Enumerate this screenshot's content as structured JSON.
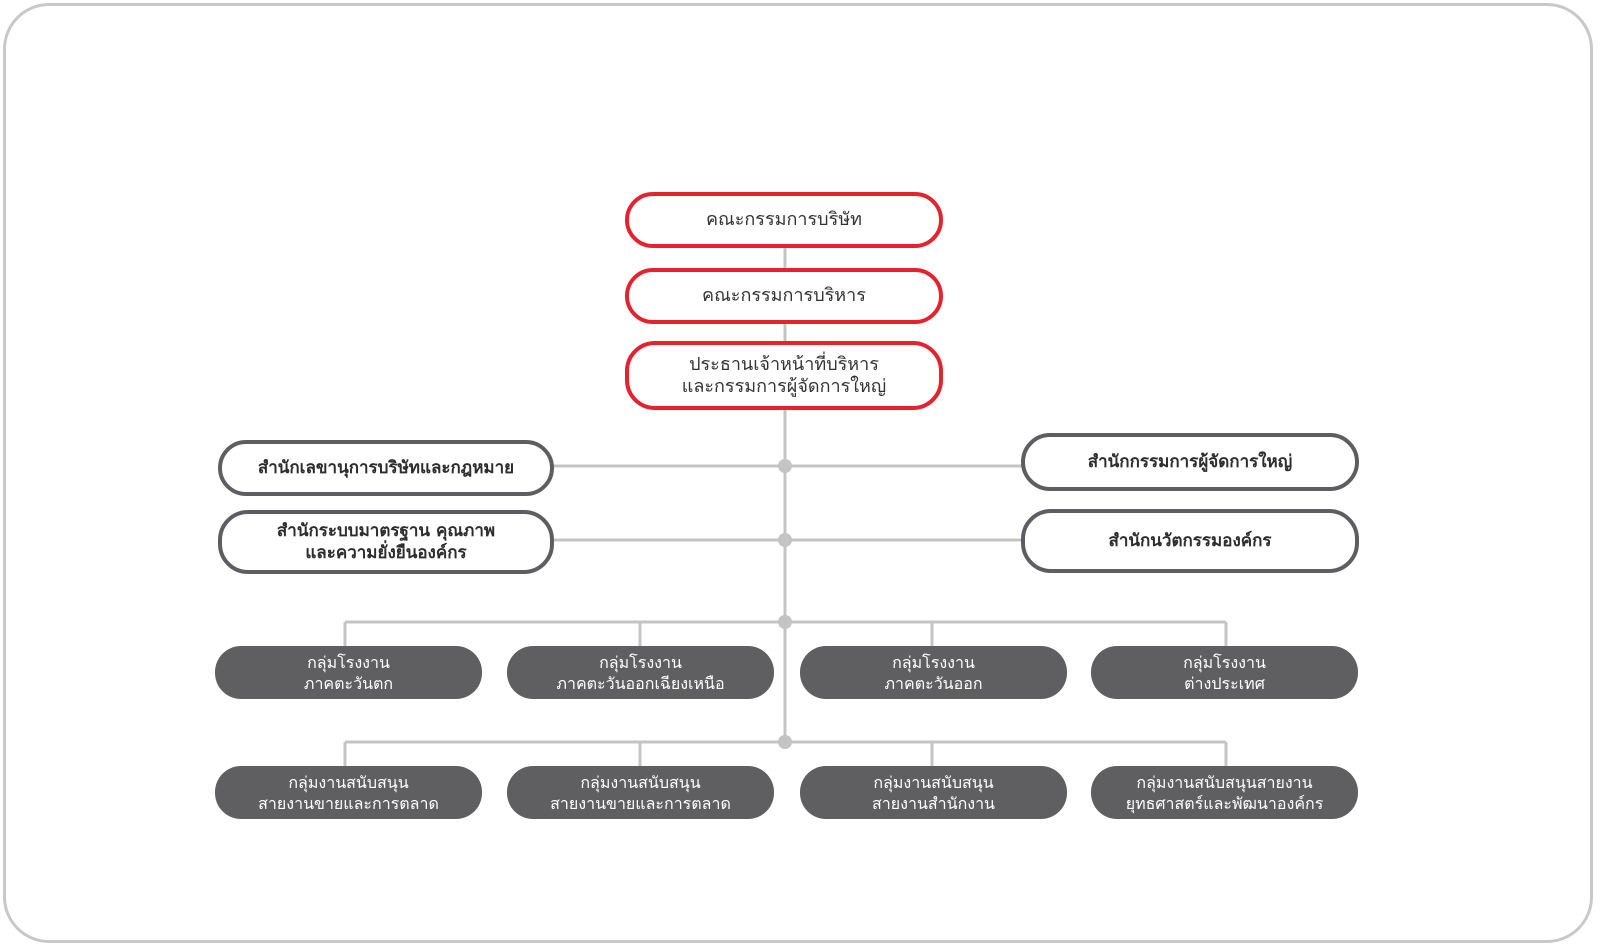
{
  "top": {
    "board": "คณะกรรมการบริษัท",
    "executive_committee": "คณะกรรมการบริหาร",
    "ceo_line1": "ประธานเจ้าหน้าที่บริหาร",
    "ceo_line2": "และกรรมการผู้จัดการใหญ่"
  },
  "offices": {
    "secretary_legal": "สำนักเลขานุการบริษัทและกฎหมาย",
    "standards_line1": "สำนักระบบมาตรฐาน คุณภาพ",
    "standards_line2": "และความยั่งยืนองค์กร",
    "president_office": "สำนักกรรมการผู้จัดการใหญ่",
    "innovation": "สำนักนวัตกรรมองค์กร"
  },
  "plant_groups": [
    {
      "line1": "กลุ่มโรงงาน",
      "line2": "ภาคตะวันตก"
    },
    {
      "line1": "กลุ่มโรงงาน",
      "line2": "ภาคตะวันออกเฉียงเหนือ"
    },
    {
      "line1": "กลุ่มโรงงาน",
      "line2": "ภาคตะวันออก"
    },
    {
      "line1": "กลุ่มโรงงาน",
      "line2": "ต่างประเทศ"
    }
  ],
  "support_groups": [
    {
      "line1": "กลุ่มงานสนับสนุน",
      "line2": "สายงานขายและการตลาด"
    },
    {
      "line1": "กลุ่มงานสนับสนุน",
      "line2": "สายงานขายและการตลาด"
    },
    {
      "line1": "กลุ่มงานสนับสนุน",
      "line2": "สายงานสำนักงาน"
    },
    {
      "line1": "กลุ่มงานสนับสนุนสายงาน",
      "line2": "ยุทธศาสตร์และพัฒนาองค์กร"
    }
  ],
  "colors": {
    "accent_red": "#e4232f",
    "dark_box": "#5f5f62",
    "connector": "#c4c4c4",
    "frame": "#c8c8c8"
  }
}
